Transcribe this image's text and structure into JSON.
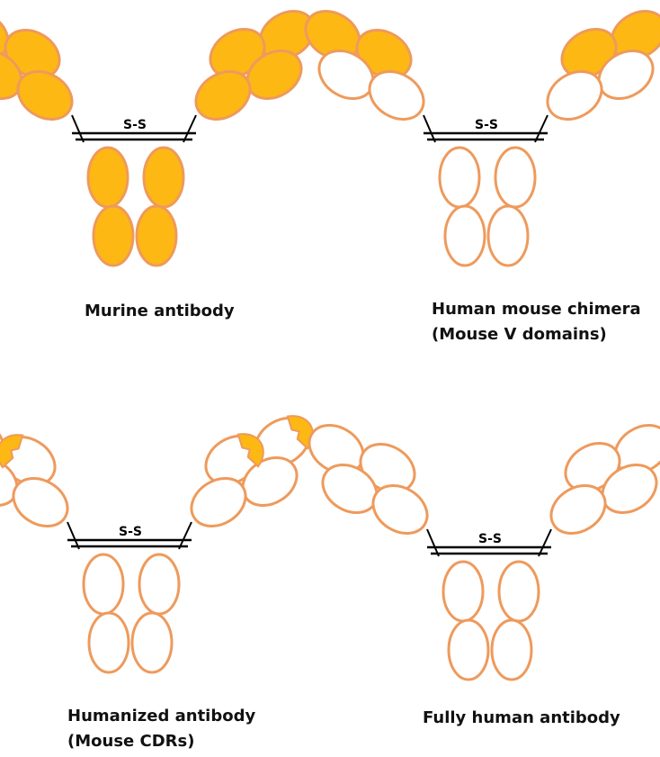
{
  "colors": {
    "mouse_fill": "#FDB814",
    "outline": "#EE9A5C",
    "human_fill": "#FFFFFF",
    "linker": "#000000"
  },
  "disulfide_label": "S-S",
  "legend_concept": "orange fill = mouse-derived region; white = human-derived region",
  "panels": [
    {
      "id": "murine",
      "caption_lines": [
        "Murine antibody"
      ],
      "variable_domains": "mouse",
      "constant_domains": "mouse",
      "cdrs": "mouse"
    },
    {
      "id": "chimera",
      "caption_lines": [
        "Human mouse chimera",
        "(Mouse V domains)"
      ],
      "variable_domains": "mouse",
      "constant_domains": "human",
      "cdrs": "mouse"
    },
    {
      "id": "humanized",
      "caption_lines": [
        "Humanized antibody",
        "(Mouse CDRs)"
      ],
      "variable_domains": "human",
      "constant_domains": "human",
      "cdrs": "mouse"
    },
    {
      "id": "human",
      "caption_lines": [
        "Fully human antibody"
      ],
      "variable_domains": "human",
      "constant_domains": "human",
      "cdrs": "human"
    }
  ]
}
